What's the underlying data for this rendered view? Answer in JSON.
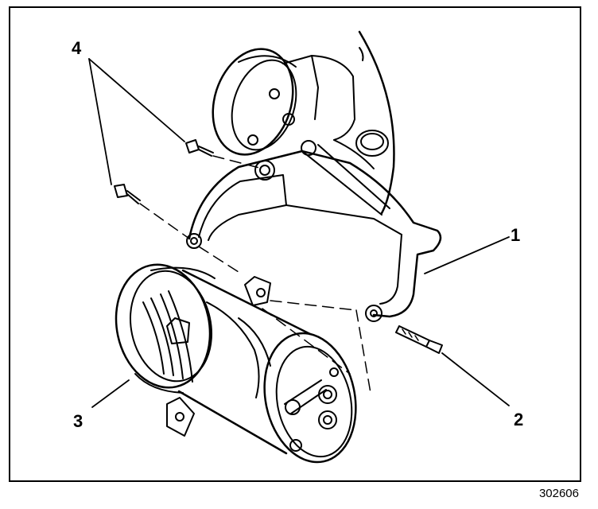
{
  "diagram": {
    "callouts": [
      {
        "id": "1",
        "label": "1"
      },
      {
        "id": "2",
        "label": "2"
      },
      {
        "id": "3",
        "label": "3"
      },
      {
        "id": "4",
        "label": "4"
      }
    ],
    "figure_number": "302606"
  },
  "colors": {
    "ink": "#000000",
    "paper": "#ffffff"
  }
}
